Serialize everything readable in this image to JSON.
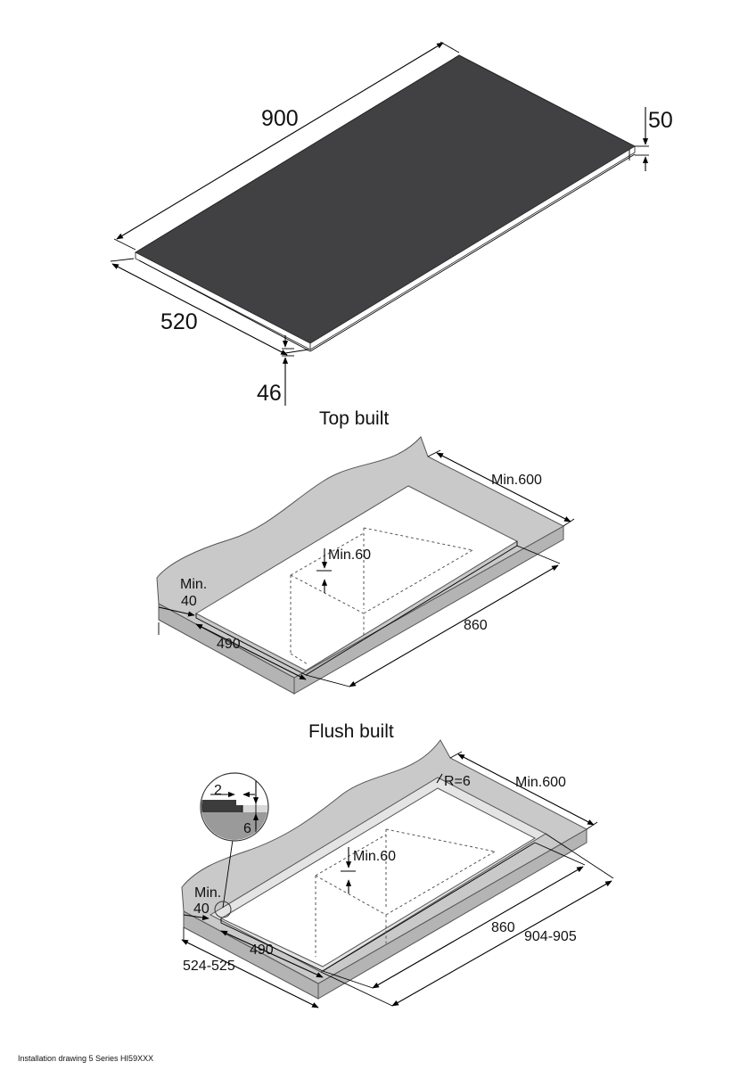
{
  "hob": {
    "length": "900",
    "width": "520",
    "height_rear": "50",
    "height_front": "46",
    "glass_color": "#414143"
  },
  "top_built": {
    "title": "Top built",
    "min_depth": "Min.600",
    "min_edge_line1": "Min.",
    "min_edge_line2": "40",
    "min_clearance": "Min.60",
    "cutout_width": "490",
    "cutout_length": "860"
  },
  "flush_built": {
    "title": "Flush built",
    "detail_rebate_width": "2",
    "detail_rebate_depth": "6",
    "corner_radius": "R=6",
    "min_depth": "Min.600",
    "min_edge_line1": "Min.",
    "min_edge_line2": "40",
    "min_clearance": "Min.60",
    "cutout_width": "490",
    "cutout_length": "860",
    "rebate_width": "524-525",
    "rebate_length": "904-905"
  },
  "footer": {
    "caption": "Installation drawing 5 Series HI59XXX"
  }
}
